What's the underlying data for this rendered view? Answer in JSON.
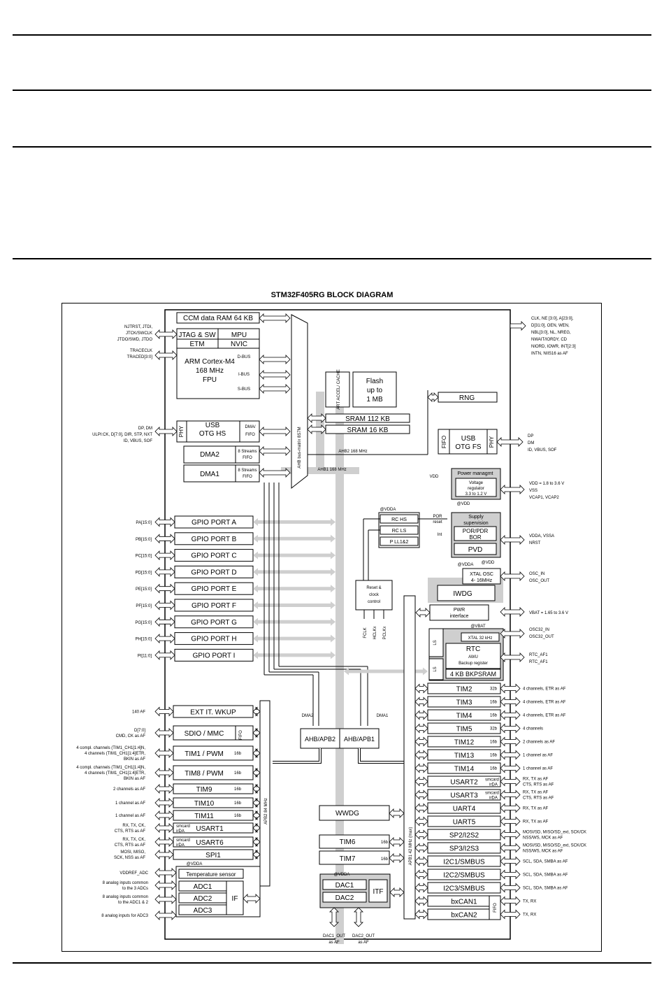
{
  "title": "STM32F405RG BLOCK DIAGRAM",
  "core": {
    "ccm": "CCM data RAM 64 KB",
    "jtag": "JTAG & SW",
    "mpu": "MPU",
    "etm": "ETM",
    "nvic": "NVIC",
    "cpu": [
      "ARM Cortex-M4",
      "168 MHz",
      "FPU"
    ],
    "dbus": "D-BUS",
    "ibus": "I-BUS",
    "sbus": "S-BUS"
  },
  "bus_matrix": "AHB bus-matrix 8S7M",
  "art": "ART ACCEL/ CACHE",
  "flash": [
    "Flash",
    "up to",
    "1 MB"
  ],
  "rng": "RNG",
  "sram1": "SRAM 112 KB",
  "sram2": "SRAM 16 KB",
  "ahb2_label": "AHB2 168 MHz",
  "ahb1_label": "AHB1 168 MHz",
  "usb_hs": {
    "phy": "PHY",
    "name": [
      "USB",
      "OTG HS"
    ],
    "fifo": [
      "DMA/",
      "FIFO"
    ]
  },
  "usb_fs": {
    "fifo": "FIFO",
    "name": [
      "USB",
      "OTG FS"
    ],
    "phy": "PHY"
  },
  "dma2": {
    "name": "DMA2",
    "streams": [
      "8 Streams",
      "FIFO"
    ]
  },
  "dma1": {
    "name": "DMA1",
    "streams": [
      "8 Streams",
      "FIFO"
    ]
  },
  "left_signals": {
    "jtag": [
      "NJTRST, JTDI,",
      "JTCK/SWCLK",
      "JTDO/SWD, JTDO"
    ],
    "trace": [
      "TRACECLK",
      "TRACED[3:0]"
    ],
    "usbhs": [
      "DP, DM",
      "ULPI:CK, D[7:0], DIR, STP, NXT",
      "ID, VBUS, SOF"
    ]
  },
  "right_signals": {
    "fsmc": [
      "CLK, NE [3:0], A[23:0],",
      "D[31:0], OEN, WEN,",
      "NBL[3:0], NL, NREG,",
      "NWAIT/IORDY, CD",
      "NIORD, IOWR, INT[2:3]",
      "INTN, NIIS16 as AF"
    ],
    "usbfs": [
      "DP",
      "DM",
      "ID, VBUS, SOF"
    ],
    "power": [
      "VDD = 1.8 to 3.6 V",
      "VSS",
      "VCAP1, VCAP2"
    ],
    "supply": [
      "VDDA, VSSA",
      "NRST"
    ],
    "osc": [
      "OSC_IN",
      "OSC_OUT"
    ],
    "vbat": "VBAT = 1.65 to 3.6 V",
    "osc32": [
      "OSC32_IN",
      "OSC32_OUT"
    ],
    "rtcaf": [
      "RTC_AF1",
      "RTC_AF1"
    ]
  },
  "gpio": [
    {
      "pin": "PA[15:0]",
      "name": "GPIO PORT A"
    },
    {
      "pin": "PB[15:0]",
      "name": "GPIO PORT B"
    },
    {
      "pin": "PC[15:0]",
      "name": "GPIO PORT C"
    },
    {
      "pin": "PD[15:0]",
      "name": "GPIO PORT D"
    },
    {
      "pin": "PE[15:0]",
      "name": "GPIO PORT E"
    },
    {
      "pin": "PF[15:0]",
      "name": "GPIO PORT F"
    },
    {
      "pin": "PG[15:0]",
      "name": "GPIO PORT G"
    },
    {
      "pin": "PH[15:0]",
      "name": "GPIO PORT H"
    },
    {
      "pin": "PI[11:0]",
      "name": "GPIO PORT I"
    }
  ],
  "power_mgmt": {
    "title": "Power managmt",
    "reg": [
      "Voltage",
      "regulator",
      "3.3 to 1.2 V"
    ],
    "vdd": "VDD",
    "at_vdd": "@VDD"
  },
  "supply_sup": {
    "title": [
      "Supply",
      "supervision"
    ],
    "por": [
      "POR/PDR",
      "BOR"
    ],
    "pvd": "PVD",
    "por_reset": [
      "POR",
      "reset"
    ],
    "int": "Int"
  },
  "rc": {
    "vdda": "@VDDA",
    "hs": "RC  HS",
    "ls": "RC  LS",
    "pll": "P LL1&2"
  },
  "reset_clock": [
    "Reset &",
    "clock",
    "control"
  ],
  "clk_out": [
    "FCLK",
    "HCLKx",
    "PCLKx"
  ],
  "xtal": {
    "label": "@VDDA",
    "label2": "@VDD",
    "name": [
      "XTAL OSC",
      "4- 16MHz"
    ]
  },
  "iwdg": "IWDG",
  "pwr": [
    "PWR",
    "interface"
  ],
  "backup": {
    "vbat": "@VBAT",
    "ls1": "LS",
    "ls2": "LS",
    "xtal32": "XTAL 32 kHz",
    "rtc": [
      "RTC",
      "AWU",
      "Backup register"
    ],
    "bkpsram": "4 KB BKPSRAM"
  },
  "apb1_label": "APB1 42 MHz (max)",
  "apb2_label": "APB2 84 MHz",
  "apb1_periph": [
    {
      "name": "TIM2",
      "bits": "32b",
      "sig": [
        "4 channels, ETR as AF"
      ]
    },
    {
      "name": "TIM3",
      "bits": "16b",
      "sig": [
        "4 channels, ETR as AF"
      ]
    },
    {
      "name": "TIM4",
      "bits": "16b",
      "sig": [
        "4 channels, ETR as AF"
      ]
    },
    {
      "name": "TIM5",
      "bits": "32b",
      "sig": [
        "4 channels"
      ]
    },
    {
      "name": "TIM12",
      "bits": "16b",
      "sig": [
        "2 channels as AF"
      ]
    },
    {
      "name": "TIM13",
      "bits": "16b",
      "sig": [
        "1 channel as AF"
      ]
    },
    {
      "name": "TIM14",
      "bits": "16b",
      "sig": [
        "1 channel as AF"
      ]
    },
    {
      "name": "USART2",
      "bits": "smcard irDA",
      "sig": [
        "RX, TX as AF",
        "CTS, RTS as AF"
      ]
    },
    {
      "name": "USART3",
      "bits": "smcard irDA",
      "sig": [
        "RX, TX as AF",
        "CTS, RTS as AF"
      ]
    },
    {
      "name": "UART4",
      "bits": "",
      "sig": [
        "RX, TX as AF"
      ]
    },
    {
      "name": "UART5",
      "bits": "",
      "sig": [
        "RX, TX as AF"
      ]
    },
    {
      "name": "SP2/I2S2",
      "bits": "",
      "sig": [
        "MOSI/SD, MISO/SD_ext, SCK/CK",
        "NSS/WS, MCK as AF"
      ]
    },
    {
      "name": "SP3/I2S3",
      "bits": "",
      "sig": [
        "MOSI/SD, MISO/SD_ext, SCK/CK",
        "NSS/WS, MCK as AF"
      ]
    },
    {
      "name": "I2C1/SMBUS",
      "bits": "",
      "sig": [
        "SCL, SDA, SMBA as AF"
      ]
    },
    {
      "name": "I2C2/SMBUS",
      "bits": "",
      "sig": [
        "SCL, SDA, SMBA as AF"
      ]
    },
    {
      "name": "I2C3/SMBUS",
      "bits": "",
      "sig": [
        "SCL, SDA, SMBA as AF"
      ]
    },
    {
      "name": "bxCAN1",
      "bits": "",
      "sig": [
        "TX, RX"
      ]
    },
    {
      "name": "bxCAN2",
      "bits": "",
      "sig": [
        "TX, RX"
      ]
    }
  ],
  "can_fifo": "FIFO",
  "apb2_periph": [
    {
      "name": "EXT IT. WKUP",
      "bits": "",
      "sig": [
        "140 AF"
      ]
    },
    {
      "name": "SDIO / MMC",
      "bits": "FIFO",
      "sig": [
        "D[7:0]",
        "CMD, CK as AF"
      ]
    },
    {
      "name": "TIM1 / PWM",
      "bits": "16b",
      "sig": [
        "4 compl. channels (TIM1_CH1[1:4]N,",
        "4 channels (TIM1_CH1[1:4]ETR,",
        "BKIN as AF"
      ]
    },
    {
      "name": "TIM8 / PWM",
      "bits": "16b",
      "sig": [
        "4 compl. channels (TIM1_CH1[1:4]N,",
        "4 channels (TIM1_CH1[1:4]ETR,",
        "BKIN as AF"
      ]
    },
    {
      "name": "TIM9",
      "bits": "16b",
      "sig": [
        "2 channels as AF"
      ]
    },
    {
      "name": "TIM10",
      "bits": "16b",
      "sig": [
        "1 channel as AF"
      ]
    },
    {
      "name": "TIM11",
      "bits": "16b",
      "sig": [
        "1 channel as AF"
      ]
    },
    {
      "name": "USART1",
      "bits": "smcard irDA",
      "sig": [
        "RX, TX, CK,",
        "CTS, RTS as AF"
      ]
    },
    {
      "name": "USART6",
      "bits": "smcard irDA",
      "sig": [
        "RX, TX, CK,",
        "CTS, RTS as AF"
      ]
    },
    {
      "name": "SPI1",
      "bits": "",
      "sig": [
        "MOSI, MISO,",
        "SCK, NSS as AF"
      ]
    }
  ],
  "adc": {
    "vdda": "@VDDA",
    "temp": "Temperature sensor",
    "adc1": "ADC1",
    "adc2": "ADC2",
    "adc3": "ADC3",
    "if": "IF",
    "sig": [
      [
        "VDDREF_ADC"
      ],
      [
        "8 analog inputs common",
        "to the 3 ADCs"
      ],
      [
        "8 analog inputs common",
        "to the ADC1 & 2"
      ],
      [
        "8 analog inputs for ADC3"
      ]
    ]
  },
  "bridges": {
    "apb2": "AHB/APB2",
    "apb1": "AHB/APB1",
    "dma2": "DMA2",
    "dma1": "DMA1"
  },
  "wwdg": "WWDG",
  "tim6": {
    "name": "TIM6",
    "bits": "16b"
  },
  "tim7": {
    "name": "TIM7",
    "bits": "16b"
  },
  "dac": {
    "vdda": "@VDDA",
    "dac1": "DAC1",
    "dac2": "DAC2",
    "itf": "ITF",
    "out1": [
      "DAC1_OUT",
      "as AF"
    ],
    "out2": [
      "DAC2_OUT",
      "as AF"
    ]
  }
}
